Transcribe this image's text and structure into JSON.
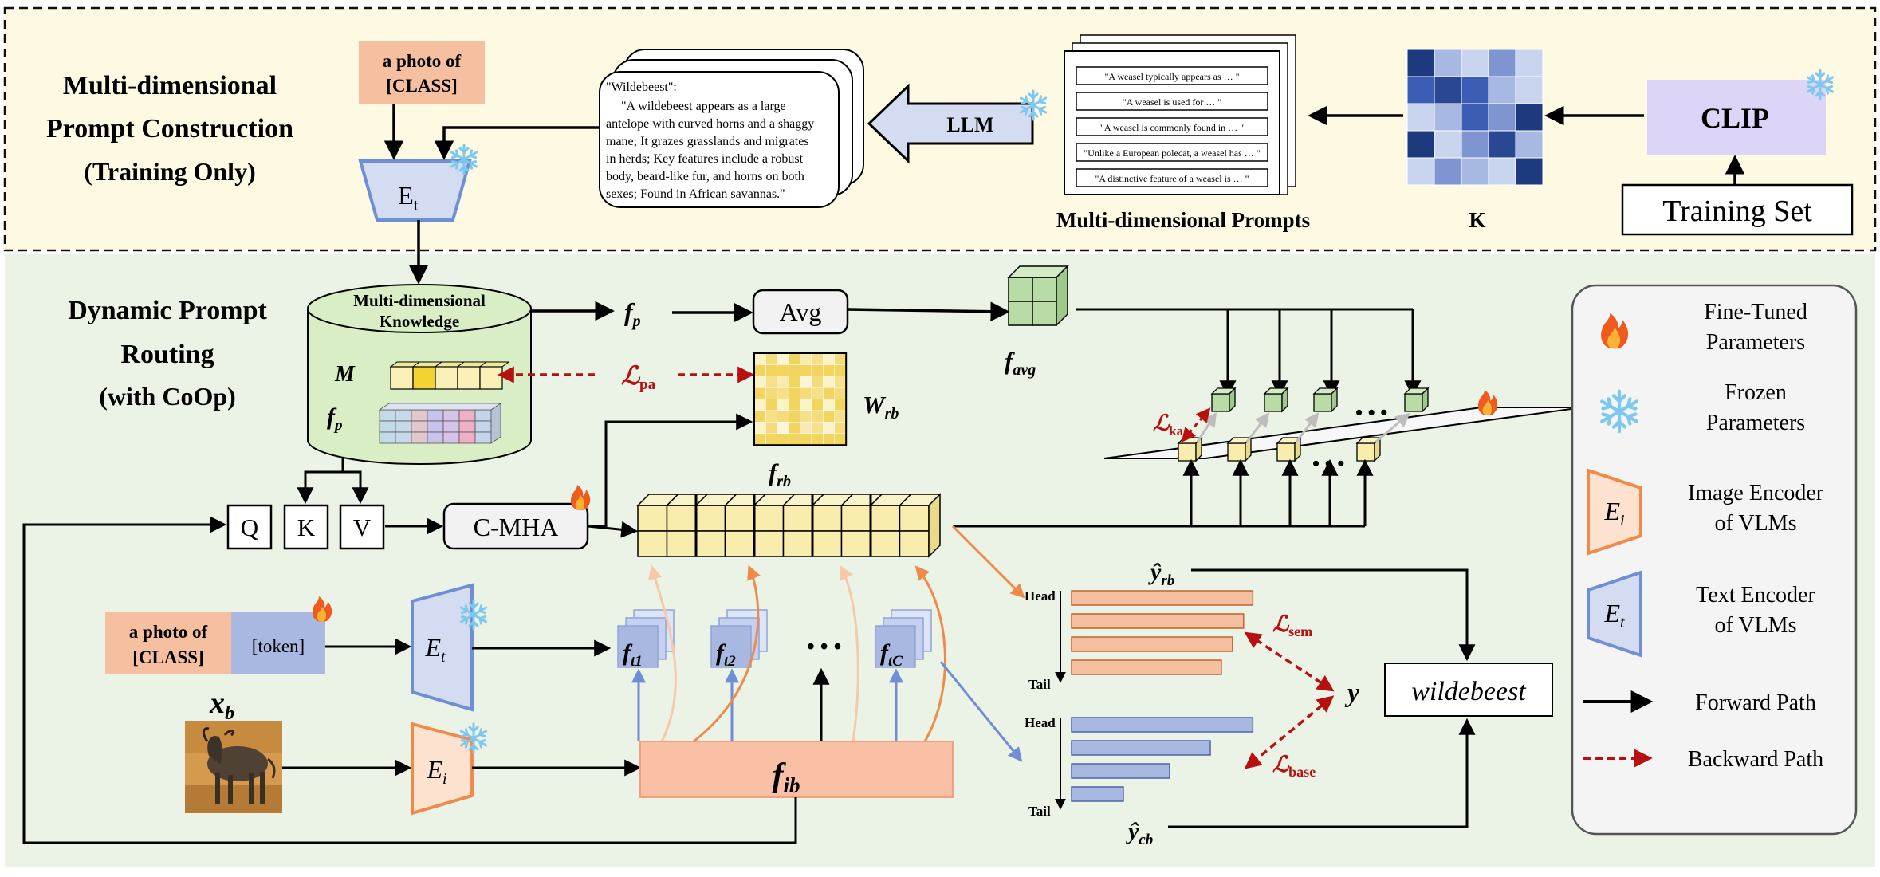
{
  "top": {
    "title": [
      "Multi-dimensional",
      "Prompt Construction",
      "(Training Only)"
    ],
    "template": [
      "a photo of",
      "[CLASS]"
    ],
    "text_encoder": "E",
    "text_encoder_sub": "t",
    "description_title": "\"Wildebeest\":",
    "description_lines": [
      "\"A wildebeest appears as a large",
      "antelope with curved horns and a shaggy",
      "mane; It grazes grasslands and migrates",
      "in herds; Key features include a robust",
      "body, beard-like fur, and horns on both",
      "sexes; Found in African savannas.\""
    ],
    "llm": "LLM",
    "prompts": [
      "\"A weasel typically appears as … \"",
      "\"A weasel is used for … \"",
      "\"A weasel is commonly found in … \"",
      "\"Unlike a European polecat, a weasel has … \"",
      "\"A distinctive feature of a weasel is … \""
    ],
    "prompts_caption": "Multi-dimensional Prompts",
    "k_caption": "K",
    "clip": "CLIP",
    "training_set": "Training Set"
  },
  "bottom": {
    "title": [
      "Dynamic Prompt",
      "Routing",
      "(with CoOp)"
    ],
    "knowledge": [
      "Multi-dimensional",
      "Knowledge"
    ],
    "m_label": "M",
    "fp_label": "f",
    "fp_sub": "p",
    "avg": "Avg",
    "favg": "f",
    "favg_sub": "avg",
    "lpa": "ℒ",
    "lpa_sub": "pa",
    "wrb": "W",
    "wrb_sub": "rb",
    "q": "Q",
    "k": "K",
    "v": "V",
    "cmha": "C-MHA",
    "frb": "f",
    "frb_sub": "rb",
    "lka": "ℒ",
    "lka_sub": "ka",
    "template": [
      "a photo of",
      "[CLASS]"
    ],
    "token": "[token]",
    "et": "E",
    "et_sub": "t",
    "ei": "E",
    "ei_sub": "i",
    "xb": "x",
    "xb_sub": "b",
    "ft": [
      {
        "main": "f",
        "sub": "t1"
      },
      {
        "main": "f",
        "sub": "t2"
      },
      {
        "main": "f",
        "sub": "tC"
      }
    ],
    "dots": "• • •",
    "fib": "f",
    "fib_sub": "ib",
    "yrb": "ŷ",
    "yrb_sub": "rb",
    "ycb": "ŷ",
    "ycb_sub": "cb",
    "head": "Head",
    "tail": "Tail",
    "lsem": "ℒ",
    "lsem_sub": "sem",
    "lbase": "ℒ",
    "lbase_sub": "base",
    "y": "y",
    "output": "wildebeest"
  },
  "legend": [
    {
      "icon": "fire-icon",
      "text": [
        "Fine-Tuned",
        "Parameters"
      ]
    },
    {
      "icon": "snowflake-icon",
      "text": [
        "Frozen",
        "Parameters"
      ]
    },
    {
      "icon": "image-encoder-icon",
      "text": [
        "Image Encoder",
        "of VLMs"
      ]
    },
    {
      "icon": "text-encoder-icon",
      "text": [
        "Text Encoder",
        "of VLMs"
      ]
    },
    {
      "icon": "forward-arrow-icon",
      "text": [
        "Forward Path"
      ]
    },
    {
      "icon": "backward-arrow-icon",
      "text": [
        "Backward Path"
      ]
    }
  ],
  "colors": {
    "top_bg": "#fdf9e3",
    "bottom_bg": "#eaf3e6",
    "orange": "#f6bfa0",
    "blue_enc": "#d4dcf1",
    "green": "#b9dba6",
    "yellow": "#f9edae",
    "dark_red": "#b80f0f",
    "clip": "#ddd5f7"
  },
  "bar_chart_values": {
    "rb": [
      0.98,
      0.93,
      0.87,
      0.81
    ],
    "cb": [
      0.98,
      0.75,
      0.53,
      0.28
    ]
  },
  "k_matrix": [
    [
      5,
      2,
      1,
      3,
      1
    ],
    [
      4,
      6,
      4,
      2,
      1
    ],
    [
      1,
      2,
      4,
      3,
      5
    ],
    [
      5,
      1,
      3,
      6,
      2
    ],
    [
      1,
      3,
      2,
      1,
      5
    ]
  ]
}
